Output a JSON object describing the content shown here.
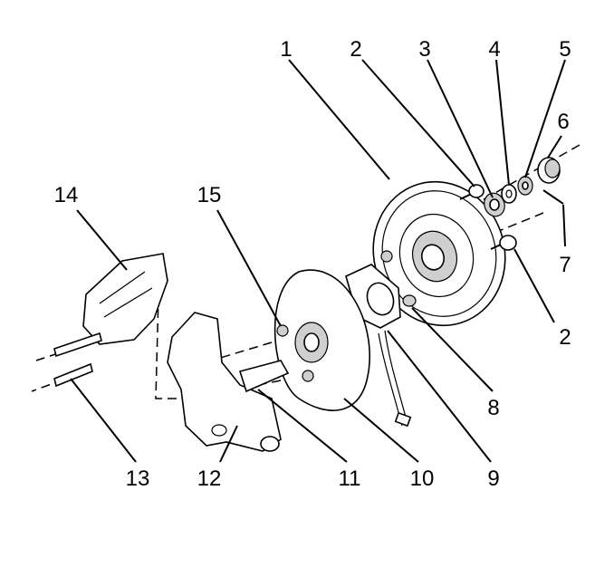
{
  "labels": [
    "1",
    "2",
    "3",
    "4",
    "5",
    "6",
    "7",
    "2",
    "8",
    "9",
    "10",
    "11",
    "12",
    "13",
    "14",
    "15"
  ]
}
